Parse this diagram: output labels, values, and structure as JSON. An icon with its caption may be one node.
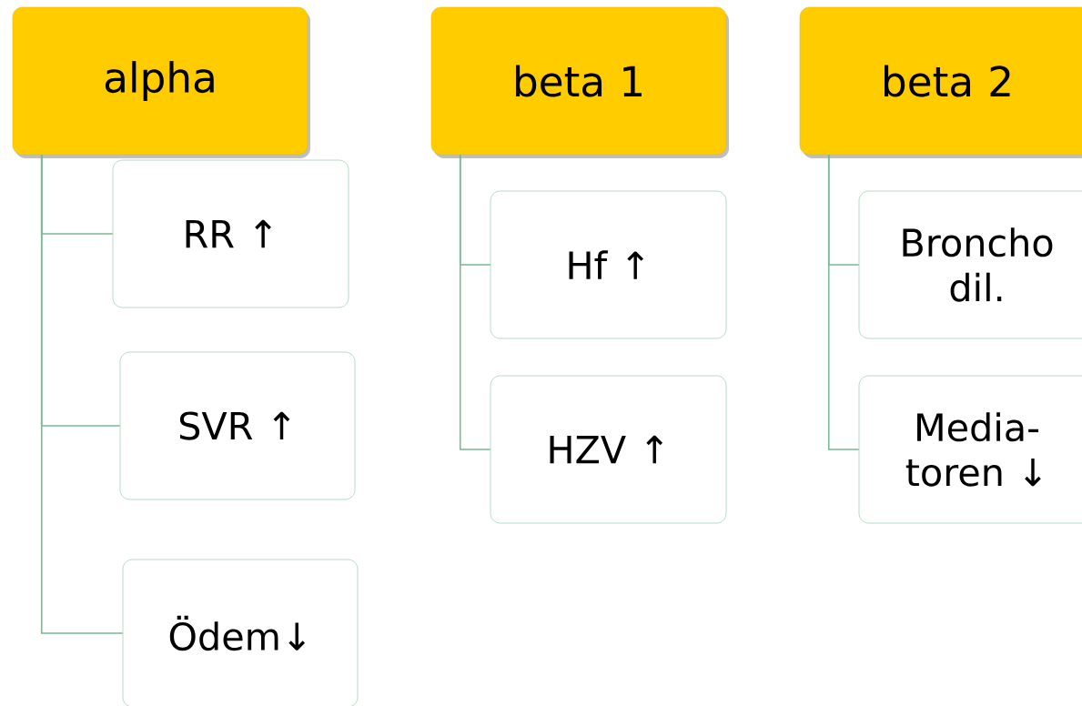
{
  "diagram": {
    "nodes": [
      {
        "text": [
          "alpha"
        ]
      },
      {
        "text": [
          "RR ↑"
        ]
      },
      {
        "text": [
          "SVR ↑"
        ]
      },
      {
        "text": [
          "Ödem↓"
        ]
      },
      {
        "text": [
          "beta 1"
        ]
      },
      {
        "text": [
          "Hf ↑"
        ]
      },
      {
        "text": [
          "HZV ↑"
        ]
      },
      {
        "text": [
          "beta 2"
        ]
      },
      {
        "text": [
          "Broncho dil."
        ]
      },
      {
        "text": [
          "Media- toren ↓"
        ]
      }
    ],
    "edges": [
      {
        "from": 0,
        "to": 1,
        "arrow": "none"
      },
      {
        "from": 0,
        "to": 2,
        "arrow": "none"
      },
      {
        "from": 0,
        "to": 3,
        "arrow": "none"
      },
      {
        "from": 4,
        "to": 5,
        "arrow": "none"
      },
      {
        "from": 4,
        "to": 6,
        "arrow": "none"
      },
      {
        "from": 7,
        "to": 8,
        "arrow": "none"
      },
      {
        "from": 7,
        "to": 9,
        "arrow": "none"
      }
    ]
  }
}
